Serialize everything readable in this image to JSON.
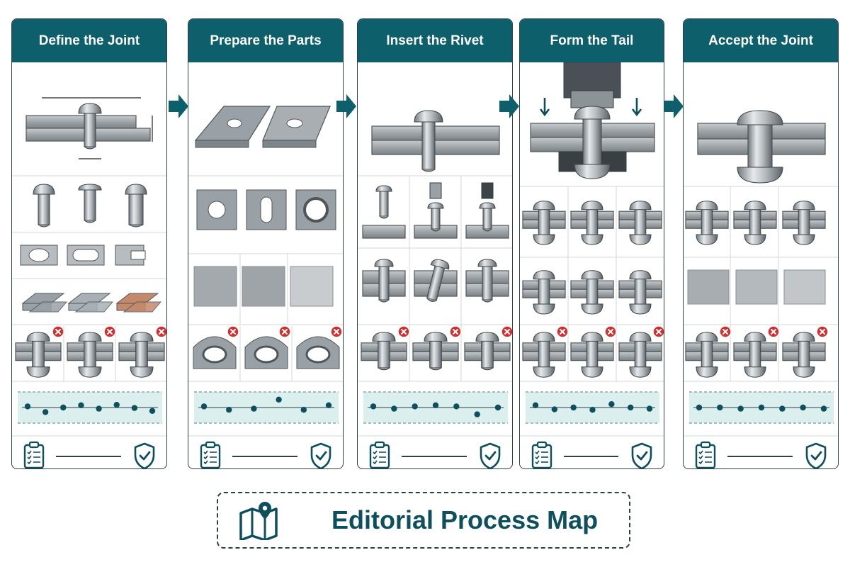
{
  "colors": {
    "header_bg": "#0d5f6b",
    "header_text": "#ffffff",
    "arrow": "#0d5f6b",
    "dot": "#0d4f5c",
    "band": "#dcefef",
    "reject_badge": "#d32f2f",
    "steel": "#9aa1a6",
    "copper": "#c4896b",
    "footer_text": "#0d4f5c"
  },
  "steps": [
    {
      "title": "Define the Joint",
      "icons": [
        "joint-section-icon",
        "rivet-head-types-icon",
        "hole-shapes-icon",
        "plate-materials-icon",
        "rejected-rivets-icon"
      ]
    },
    {
      "title": "Prepare the Parts",
      "icons": [
        "drilled-plates-icon",
        "hole-profiles-icon",
        "surface-finish-icon",
        "rejected-holes-icon"
      ]
    },
    {
      "title": "Insert the Rivet",
      "icons": [
        "rivet-in-plates-icon",
        "insertion-sequence-icon",
        "alignment-icon",
        "rejected-insertion-icon"
      ]
    },
    {
      "title": "Form the Tail",
      "icons": [
        "press-forming-icon",
        "formed-tails-icon",
        "tail-profiles-icon",
        "rejected-tails-icon"
      ]
    },
    {
      "title": "Accept the Joint",
      "icons": [
        "finished-joint-icon",
        "accepted-joints-icon",
        "surface-check-icon",
        "rejected-joints-icon"
      ]
    }
  ],
  "run_charts": [
    [
      0.45,
      0.7,
      0.5,
      0.4,
      0.55,
      0.38,
      0.52,
      0.65
    ],
    [
      0.45,
      0.6,
      0.55,
      0.15,
      0.6,
      0.4
    ],
    [
      0.45,
      0.55,
      0.45,
      0.4,
      0.45,
      0.8,
      0.5
    ],
    [
      0.4,
      0.58,
      0.5,
      0.6,
      0.35,
      0.5,
      0.55
    ],
    [
      0.5,
      0.5,
      0.55,
      0.5,
      0.55,
      0.5,
      0.55
    ]
  ],
  "footer": {
    "title": "Editorial Process Map",
    "icon": "map-pin-icon"
  }
}
